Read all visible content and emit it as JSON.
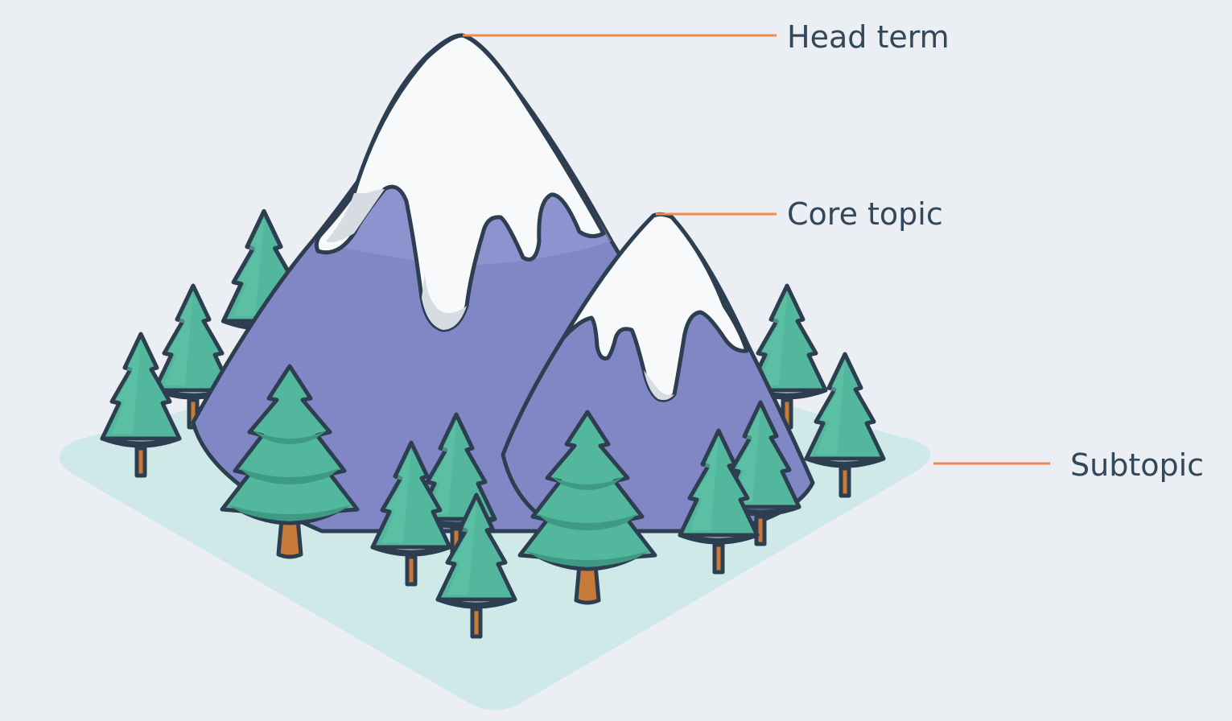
{
  "labels": {
    "head_term": "Head term",
    "core_topic": "Core topic",
    "subtopic": "Subtopic"
  },
  "colors": {
    "background": "#ebeff3",
    "ground": "#cfe8e8",
    "mountain_purple": "#8087c4",
    "mountain_light": "#969cd8",
    "snow": "#f7f9fb",
    "snow_shadow": "#d7dce3",
    "tree_green": "#52b79c",
    "tree_dark": "#3e9a83",
    "trunk": "#c87a3a",
    "outline": "#2d3e50",
    "leader_line": "#ef8a4c",
    "label_text": "#33475b"
  },
  "icons": [
    "mountain-icon",
    "pine-tree-icon"
  ]
}
